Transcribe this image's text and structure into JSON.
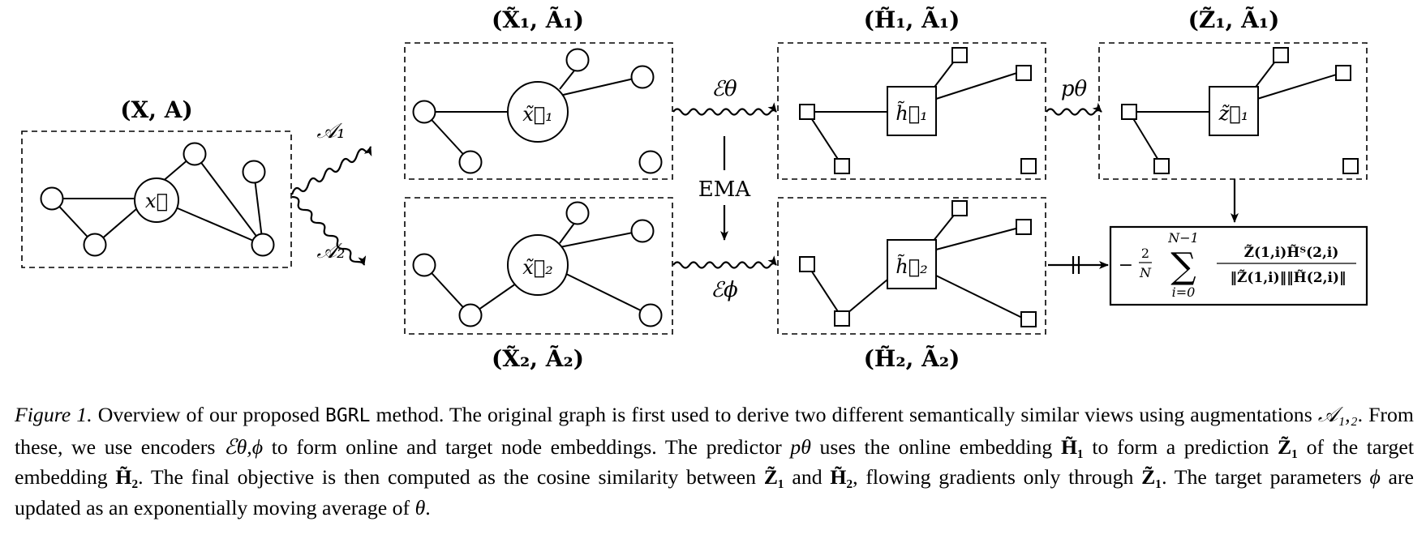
{
  "figure": {
    "labels": {
      "input_graph": "(X, A)",
      "view1": "(X̃₁, Ã₁)",
      "view2": "(X̃₂, Ã₂)",
      "online_embed": "(H̃₁, Ã₁)",
      "target_embed": "(H̃₂, Ã₂)",
      "prediction": "(Z̃₁, Ã₁)"
    },
    "node_labels": {
      "input": "x⃗",
      "view1": "x̃⃗₁",
      "view2": "x̃⃗₂",
      "online": "h̃⃗₁",
      "target": "h̃⃗₂",
      "pred": "z̃⃗₁"
    },
    "edges": {
      "aug1": "𝒜₁",
      "aug2": "𝒜₂",
      "enc_online": "ℰθ",
      "enc_target": "ℰϕ",
      "ema": "EMA",
      "predictor": "pθ"
    },
    "loss": {
      "prefix": "−",
      "frac_num": "2",
      "frac_den": "N",
      "sum_top": "N−1",
      "sum_bottom": "i=0",
      "num": "Z̃(1,i)H̃ᵀ(2,i)",
      "den": "‖Z̃(1,i)‖‖H̃(2,i)‖"
    }
  },
  "caption": {
    "label": "Figure 1.",
    "t1": "Overview of our proposed",
    "method": "BGRL",
    "t2": "method. The original graph is first used to derive two different semantically similar views using augmentations",
    "aug": "𝒜₁,₂",
    "t3": ". From these, we use encoders",
    "enc": "ℰθ,ϕ",
    "t4": "to form online and target node embeddings. The predictor",
    "pred": "pθ",
    "t5": "uses the online embedding",
    "h1": "H̃₁",
    "t6": "to form a prediction",
    "z1": "Z̃₁",
    "t7": "of the target embedding",
    "h2": "H̃₂",
    "t8": ". The final objective is then computed as the cosine similarity between",
    "z1b": "Z̃₁",
    "t9": "and",
    "h2b": "H̃₂",
    "t10": ", flowing gradients only through",
    "z1c": "Z̃₁",
    "t11": ". The target parameters",
    "phi": "ϕ",
    "t12": "are updated as an exponentially moving average of",
    "theta": "θ",
    "t13": "."
  }
}
